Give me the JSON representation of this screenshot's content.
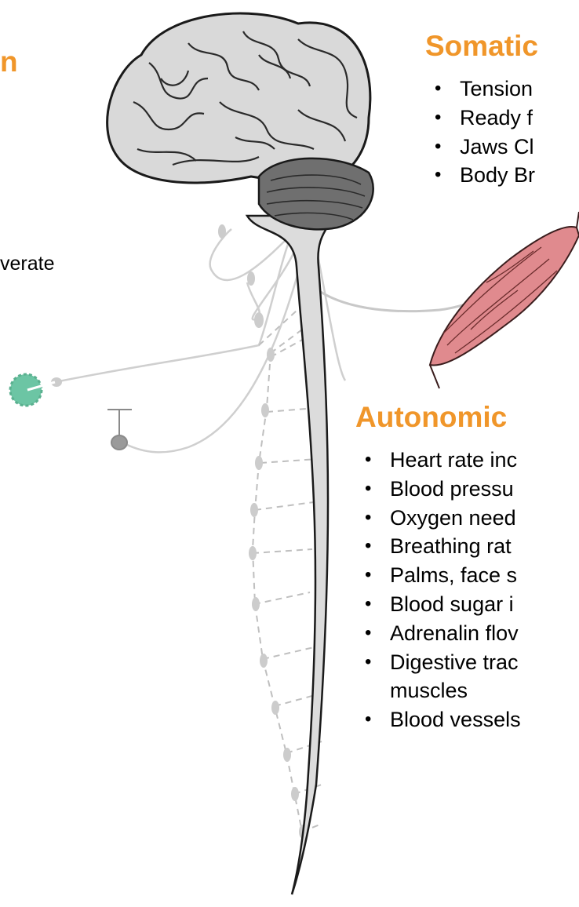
{
  "left_fragments": {
    "title_fragment": "n",
    "text_fragment": "verate"
  },
  "somatic": {
    "heading": "Somatic",
    "items": [
      {
        "label": "Tension"
      },
      {
        "label": "Ready f"
      },
      {
        "label": "Jaws Cl"
      },
      {
        "label": "Body Br"
      }
    ]
  },
  "autonomic": {
    "heading": "Autonomic",
    "items": [
      {
        "label": "Heart rate inc"
      },
      {
        "label": "Blood pressu"
      },
      {
        "label": "Oxygen need"
      },
      {
        "label": "Breathing rat"
      },
      {
        "label": "Palms, face s"
      },
      {
        "label": "Blood sugar i"
      },
      {
        "label": "Adrenalin flov"
      },
      {
        "label": "Digestive trac muscles"
      },
      {
        "label": "Blood vessels"
      }
    ]
  },
  "colors": {
    "heading": "#f0962a",
    "brain_fill": "#d9d9d9",
    "muscle_fill": "#e08a8e",
    "gland": "#6cc5a4",
    "nerve": "#c8c8c8"
  }
}
